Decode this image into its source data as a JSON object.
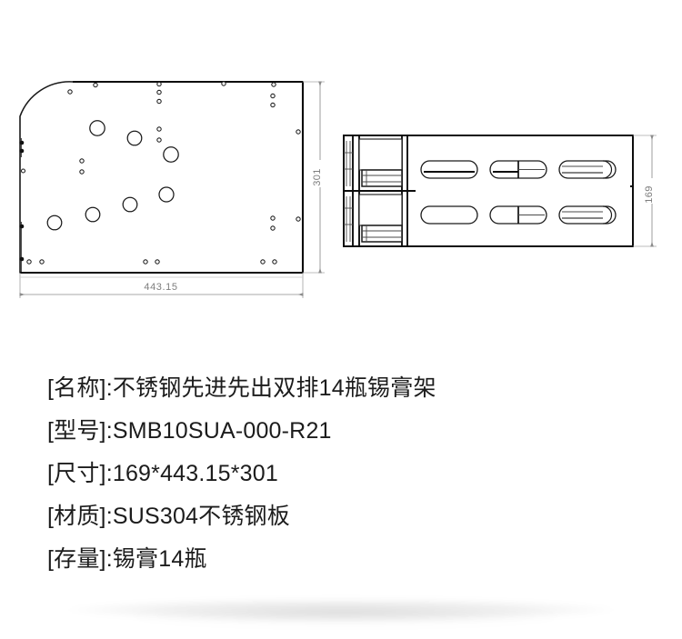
{
  "page": {
    "background_color": "#ffffff",
    "line_color": "#1a1a1a",
    "dimension_color": "#8c8c8c"
  },
  "drawings": {
    "front_view": {
      "name": "front-plate-view",
      "dimensions": {
        "width_label": "443.15",
        "height_label": "301"
      }
    },
    "side_view": {
      "name": "side-rack-view",
      "dimensions": {
        "height_label": "169"
      }
    }
  },
  "spec": {
    "lines": [
      "[名称]:不锈钢先进先出双排14瓶锡膏架",
      "[型号]:SMB10SUA-000-R21",
      "[尺寸]:169*443.15*301",
      "[材质]:SUS304不锈钢板",
      "[存量]:锡膏14瓶"
    ],
    "name_label": "[名称]",
    "name_value": "不锈钢先进先出双排14瓶锡膏架",
    "model_label": "[型号]",
    "model_value": "SMB10SUA-000-R21",
    "size_label": "[尺寸]",
    "size_value": "169*443.15*301",
    "material_label": "[材质]",
    "material_value": "SUS304不锈钢板",
    "capacity_label": "[存量]",
    "capacity_value": "锡膏14瓶"
  },
  "chart_data": {
    "type": "table",
    "title": "不锈钢先进先出双排14瓶锡膏架",
    "categories": [
      "名称",
      "型号",
      "尺寸",
      "材质",
      "存量"
    ],
    "values": [
      "不锈钢先进先出双排14瓶锡膏架",
      "SMB10SUA-000-R21",
      "169*443.15*301",
      "SUS304不锈钢板",
      "锡膏14瓶"
    ],
    "annotations": [
      "443.15",
      "301",
      "169"
    ]
  }
}
